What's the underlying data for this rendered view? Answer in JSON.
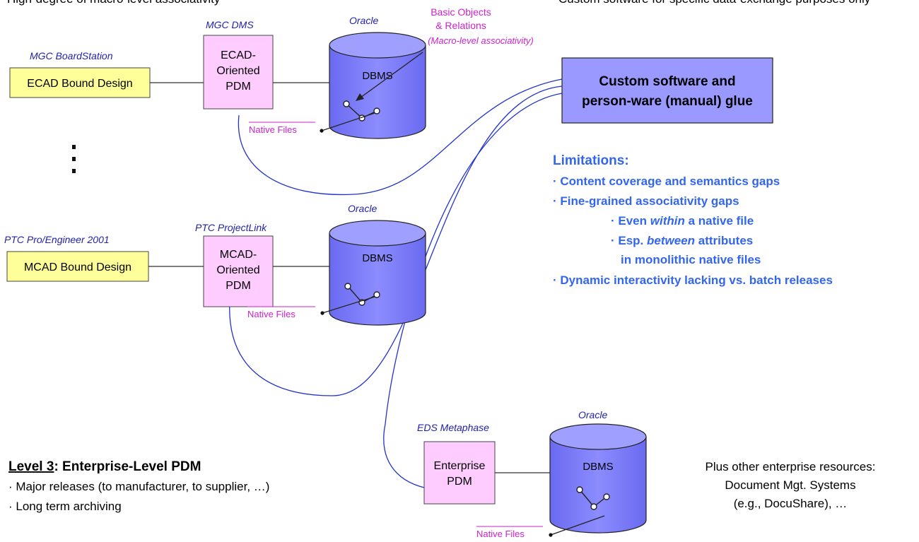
{
  "top_cut_text": {
    "left": "High-degree of macro-level associativity",
    "right": "Custom software for specific data-exchange purposes only"
  },
  "ecad": {
    "tool_label": "MGC BoardStation",
    "design_label": "ECAD Bound Design",
    "pdm_tool_label": "MGC DMS",
    "pdm_lines": [
      "ECAD-",
      "Oriented",
      "PDM"
    ],
    "db_vendor": "Oracle",
    "db_label": "DBMS",
    "native_files": "Native Files"
  },
  "objects_note": {
    "lines": [
      "Basic Objects",
      "& Relations"
    ],
    "italic_line": "(Macro-level associativity)"
  },
  "ellipsis": "⋮",
  "mcad": {
    "tool_label": "PTC Pro/Engineer 2001",
    "design_label": "MCAD Bound Design",
    "pdm_tool_label": "PTC ProjectLink",
    "pdm_lines": [
      "MCAD-",
      "Oriented",
      "PDM"
    ],
    "db_vendor": "Oracle",
    "db_label": "DBMS",
    "native_files": "Native Files"
  },
  "glue_box": {
    "lines": [
      "Custom software and",
      "person-ware (manual) glue"
    ]
  },
  "limitations": {
    "title": "Limitations:",
    "items": [
      "· Content coverage and semantics gaps",
      "· Fine-grained associativity gaps"
    ],
    "sub_items": [
      {
        "pre": "· Even ",
        "em": "within",
        "post": " a native file"
      },
      {
        "pre": "· Esp. ",
        "em": "between",
        "post": " attributes"
      },
      {
        "pre": "in monolithic native files",
        "em": "",
        "post": ""
      }
    ],
    "last_item": "· Dynamic interactivity lacking vs. batch releases"
  },
  "enterprise": {
    "pdm_tool_label": "EDS Metaphase",
    "pdm_lines": [
      "Enterprise",
      "PDM"
    ],
    "db_vendor": "Oracle",
    "db_label": "DBMS",
    "native_files": "Native Files"
  },
  "level3": {
    "title_underlined": "Level 3",
    "title_rest": ": Enterprise-Level PDM",
    "items": [
      "· Major releases (to manufacturer, to supplier, …)",
      "· Long term archiving"
    ]
  },
  "other_resources": {
    "lines": [
      "Plus other enterprise resources:",
      "Document Mgt. Systems",
      "(e.g., DocuShare), …"
    ]
  },
  "colors": {
    "design_box": "#ffff99",
    "pdm_box": "#ffccff",
    "db_fill": "#7f7fff",
    "glue_box": "#9999ff",
    "connector": "#2233cc"
  }
}
